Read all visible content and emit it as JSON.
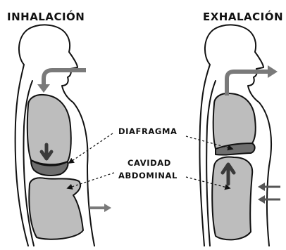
{
  "panels": {
    "left_title": "INHALACIÓN",
    "right_title": "EXHALACIÓN"
  },
  "labels": {
    "diaphragm": "DIAFRAGMA",
    "abdominal_line1": "CAVIDAD",
    "abdominal_line2": "ABDOMINAL"
  },
  "colors": {
    "organ_fill": "#bdbdbd",
    "diaphragm_fill": "#6e6e6e",
    "arrow_gray": "#7a7a7a",
    "ink": "#111111"
  },
  "icons": {
    "air_in": "bent-arrow-down-left",
    "air_out": "bent-arrow-up-right",
    "diaphragm_down": "arrow-down",
    "diaphragm_up": "arrow-up",
    "abdomen_out": "arrow-right",
    "abdomen_in": "double-arrow-left"
  }
}
